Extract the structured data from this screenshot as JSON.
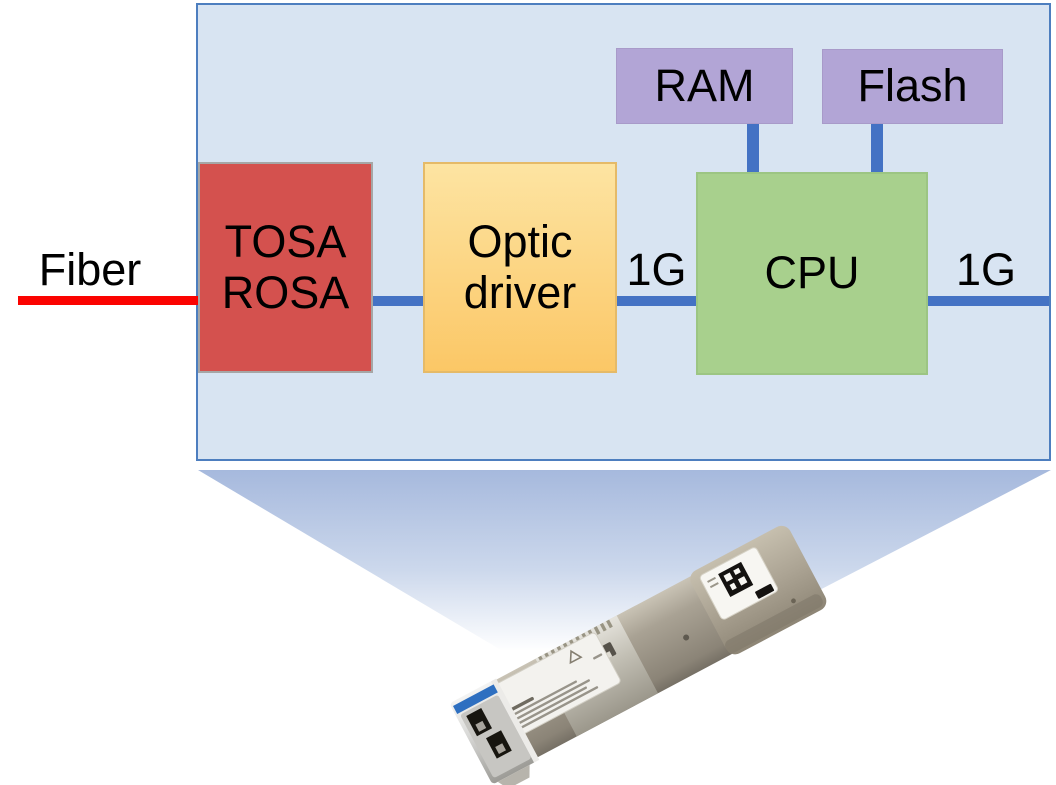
{
  "diagram": {
    "container": {
      "fill": "#d8e4f2",
      "border": "#4d7ebf"
    },
    "fiber": {
      "label": "Fiber",
      "line_color": "#fb0300"
    },
    "bus": {
      "color": "#4472c4",
      "left_speed_label": "1G",
      "right_speed_label": "1G"
    },
    "blocks": {
      "tosa_rosa": {
        "line1": "TOSA",
        "line2": "ROSA",
        "fill": "#d4514e",
        "border": "#a6a6a6"
      },
      "optic_driver": {
        "line1": "Optic",
        "line2": "driver",
        "fill_top": "#fde4a2",
        "fill_bottom": "#fbc766",
        "border": "#e5ba68"
      },
      "cpu": {
        "label": "CPU",
        "fill": "#a8d08d"
      },
      "ram": {
        "label": "RAM",
        "fill": "#b2a5d6"
      },
      "flash": {
        "label": "Flash",
        "fill": "#b2a5d6"
      }
    },
    "funnel": {
      "top_color": "#a6b9dd",
      "bottom_color": "#ffffff"
    }
  }
}
